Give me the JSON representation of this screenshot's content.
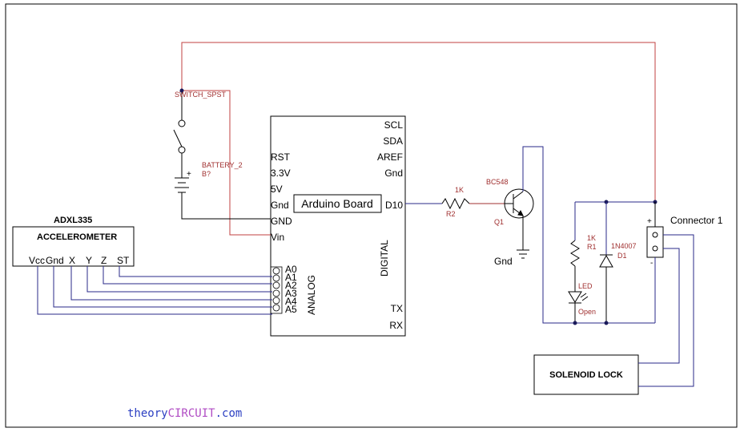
{
  "arduino": {
    "title": "Arduino Board",
    "pins_left": [
      "RST",
      "3.3V",
      "5V",
      "Gnd",
      "GND",
      "Vin"
    ],
    "pins_right": [
      "SCL",
      "SDA",
      "AREF",
      "Gnd",
      "D10"
    ],
    "analog_pins": [
      "A0",
      "A1",
      "A2",
      "A3",
      "A4",
      "A5"
    ],
    "analog_label": "ANALOG",
    "digital_label": "DIGITAL",
    "tx": "TX",
    "rx": "RX"
  },
  "accelerometer": {
    "part": "ADXL335",
    "name": "ACCELEROMETER",
    "pins": [
      "Vcc",
      "Gnd",
      "X",
      "Y",
      "Z",
      "ST"
    ]
  },
  "switch": {
    "label": "SWITCH_SPST"
  },
  "battery": {
    "label": "BATTERY_2",
    "ref": "B?",
    "plus": "+"
  },
  "resistor_r2": {
    "value": "1K",
    "ref": "R2"
  },
  "transistor": {
    "part": "BC548",
    "ref": "Q1"
  },
  "ground": {
    "label": "Gnd"
  },
  "resistor_r1": {
    "value": "1K",
    "ref": "R1"
  },
  "diode": {
    "part": "1N4007",
    "ref": "D1"
  },
  "led": {
    "label": "LED",
    "state": "Open"
  },
  "connector": {
    "label": "Connector 1",
    "plus": "+",
    "minus": "-"
  },
  "solenoid": {
    "label": "SOLENOID LOCK"
  },
  "watermark": {
    "prefix": "theory",
    "highlight": "CIRCUIT",
    "suffix": ".com"
  },
  "colors": {
    "red_wire": "#c04040",
    "blue_wire": "#2a2a8a",
    "watermark_blue": "#2b3fc2",
    "watermark_purple": "#b04cc4"
  }
}
